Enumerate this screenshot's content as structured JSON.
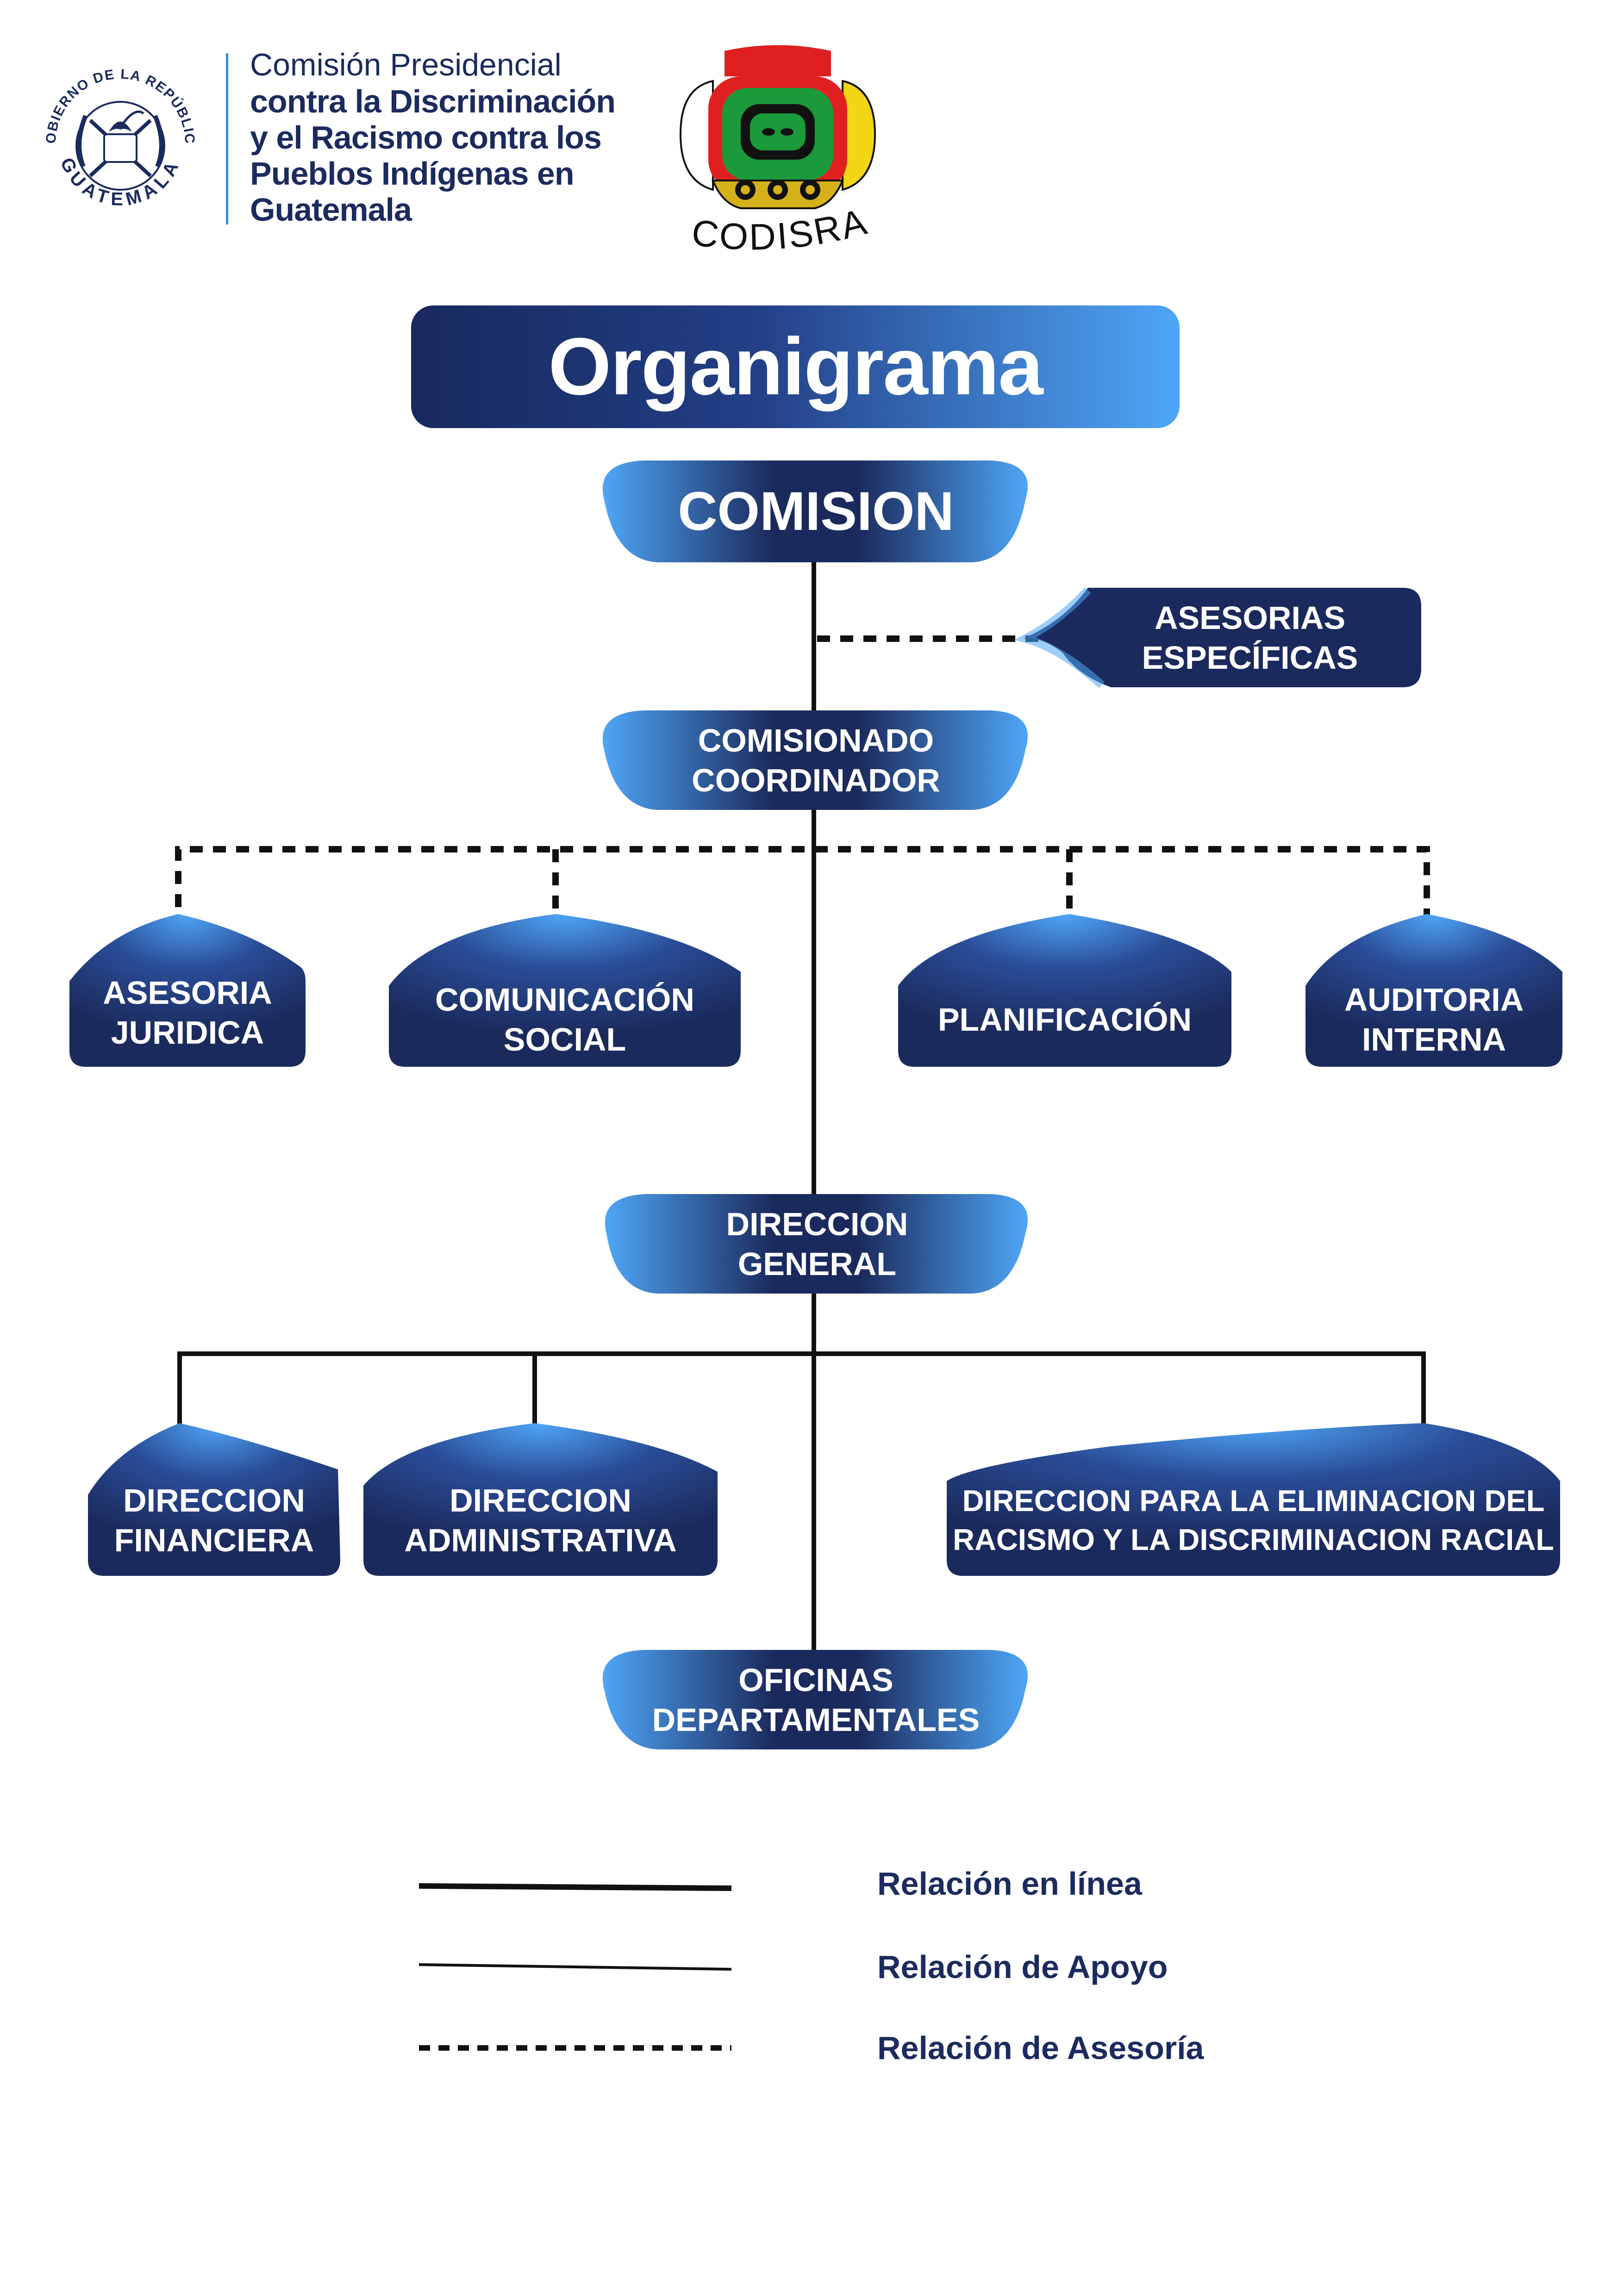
{
  "header": {
    "seal_text_top": "GOBIERNO DE LA REPÚBLICA",
    "seal_text_bottom": "GUATEMALA",
    "org_line1": "Comisión Presidencial",
    "org_line2": "contra la Discriminación",
    "org_line3": "y el Racismo contra los",
    "org_line4": "Pueblos Indígenas en",
    "org_line5": "Guatemala",
    "logo_text": "CODISRA"
  },
  "title": "Organigrama",
  "nodes": {
    "comision": "COMISION",
    "asesorias_1": "ASESORIAS",
    "asesorias_2": "ESPECÍFICAS",
    "comisionado_1": "COMISIONADO",
    "comisionado_2": "COORDINADOR",
    "asesoria_juridica_1": "ASESORIA",
    "asesoria_juridica_2": "JURIDICA",
    "comunicacion_1": "COMUNICACIÓN",
    "comunicacion_2": "SOCIAL",
    "planificacion": "PLANIFICACIÓN",
    "auditoria_1": "AUDITORIA",
    "auditoria_2": "INTERNA",
    "direccion_general_1": "DIRECCION",
    "direccion_general_2": "GENERAL",
    "dir_financiera_1": "DIRECCION",
    "dir_financiera_2": "FINANCIERA",
    "dir_admin_1": "DIRECCION",
    "dir_admin_2": "ADMINISTRATIVA",
    "dir_racismo_1": "DIRECCION PARA LA ELIMINACION DEL",
    "dir_racismo_2": "RACISMO Y LA DISCRIMINACION RACIAL",
    "oficinas_1": "OFICINAS",
    "oficinas_2": "DEPARTAMENTALES"
  },
  "legend": {
    "line": "Relación en línea",
    "support": "Relación de Apoyo",
    "advisory": "Relación  de Asesoría"
  },
  "colors": {
    "navy": "#1b2a5c",
    "accent_blue": "#4fa6f7",
    "line": "#111111"
  }
}
